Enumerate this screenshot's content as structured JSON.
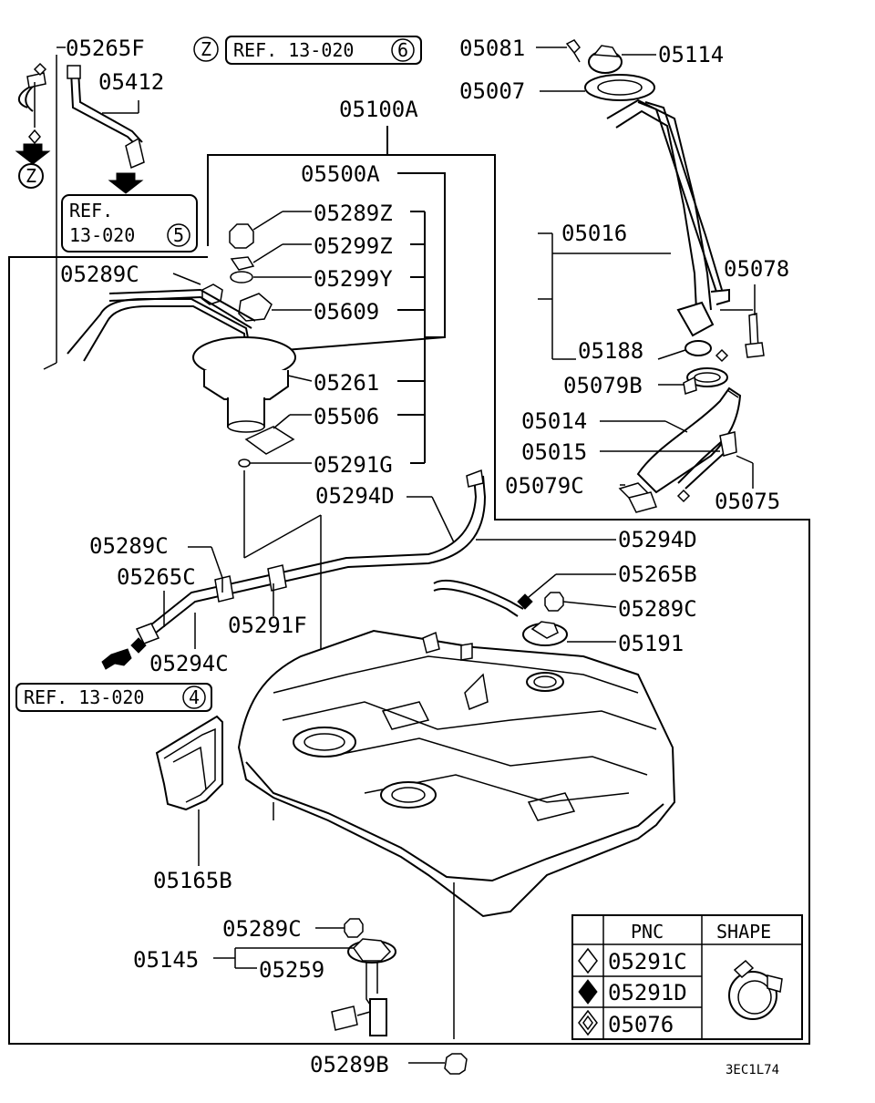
{
  "labels": {
    "l05265F_top": "05265F",
    "l05412": "05412",
    "l05100A": "05100A",
    "l05500A": "05500A",
    "l05289Z": "05289Z",
    "l05299Z": "05299Z",
    "l05299Y": "05299Y",
    "l05289C_pump": "05289C",
    "l05609": "05609",
    "l05261": "05261",
    "l05506": "05506",
    "l05291G": "05291G",
    "l05294D_a": "05294D",
    "l05294D_b": "05294D",
    "l05289C_mid": "05289C",
    "l05265C": "05265C",
    "l05291F": "05291F",
    "l05294C": "05294C",
    "l05265B": "05265B",
    "l05289C_right": "05289C",
    "l05191": "05191",
    "l05165B": "05165B",
    "l05289C_bottom": "05289C",
    "l05145": "05145",
    "l05259": "05259",
    "l05289B": "05289B",
    "l05081": "05081",
    "l05114": "05114",
    "l05007": "05007",
    "l05016": "05016",
    "l05078": "05078",
    "l05188": "05188",
    "l05079B": "05079B",
    "l05014": "05014",
    "l05015": "05015",
    "l05079C": "05079C",
    "l05075": "05075"
  },
  "refs": {
    "ref_top_prefix": "REF. 13-020",
    "ref_top_num": "6",
    "ref_top_marker": "Z",
    "ref_left_line1": "REF.",
    "ref_left_line2": "13-020",
    "ref_left_num": "5",
    "ref_mid_prefix": "REF. 13-020",
    "ref_mid_num": "4",
    "z_marker": "Z"
  },
  "legend": {
    "header_pnc": "PNC",
    "header_shape": "SHAPE",
    "rows": [
      {
        "symbol": "diamond-outline",
        "pnc": "05291C"
      },
      {
        "symbol": "diamond-solid",
        "pnc": "05291D"
      },
      {
        "symbol": "diamond-nested",
        "pnc": "05076"
      }
    ]
  },
  "drawing_code": "3EC1L74"
}
